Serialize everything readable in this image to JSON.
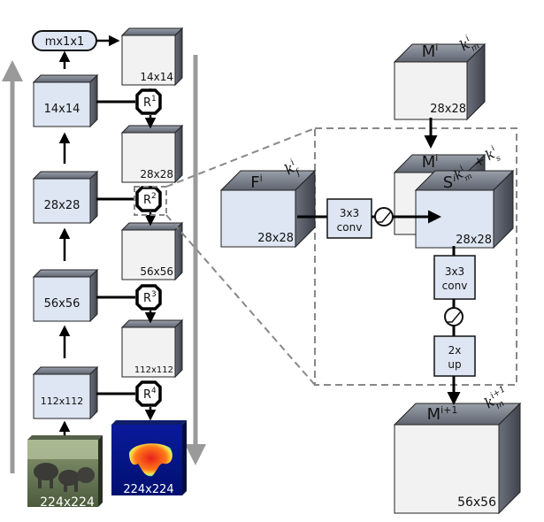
{
  "encoder": {
    "output_label": "mx1x1",
    "blocks": [
      {
        "label": "14x14"
      },
      {
        "label": "28x28"
      },
      {
        "label": "56x56"
      },
      {
        "label": "112x112"
      }
    ],
    "input_label": "224x224"
  },
  "decoder": {
    "blocks": [
      {
        "label": "14x14"
      },
      {
        "label": "28x28"
      },
      {
        "label": "56x56"
      },
      {
        "label": "112x112"
      }
    ],
    "output_label": "224x224"
  },
  "refine_nodes": [
    {
      "base": "R",
      "sup": "1"
    },
    {
      "base": "R",
      "sup": "2"
    },
    {
      "base": "R",
      "sup": "3"
    },
    {
      "base": "R",
      "sup": "4"
    }
  ],
  "detail": {
    "m_top": {
      "base": "M",
      "sup": "i",
      "size": "28x28",
      "k_base": "k",
      "k_sub": "m",
      "k_sup": "i"
    },
    "f_block": {
      "base": "F",
      "sup": "i",
      "size": "28x28",
      "k_base": "k",
      "k_sub": "f",
      "k_sup": "i"
    },
    "conv_left": {
      "line1": "3x3",
      "line2": "conv"
    },
    "stack_back": {
      "base": "M",
      "sup": "i"
    },
    "stack_front": {
      "base": "S",
      "sup": "i",
      "size": "28x28"
    },
    "stack_k": "k + k",
    "stack_k_sub1": "m",
    "stack_k_sup1": "i",
    "stack_k_sub2": "s",
    "stack_k_sup2": "i",
    "conv_right": {
      "line1": "3x3",
      "line2": "conv"
    },
    "upsample": {
      "line1": "2x",
      "line2": "up"
    },
    "m_bottom": {
      "base": "M",
      "sup": "i+1",
      "size": "56x56",
      "k_base": "k",
      "k_sub": "m",
      "k_sup": "i+1"
    }
  },
  "colors": {
    "block_face_blue": "#dde6f2",
    "block_face_gray": "#f2f2f2",
    "block_top_dark": "#8a8f99",
    "block_side": "#7a7f8a",
    "arrow_gray": "#9a9a9a"
  }
}
